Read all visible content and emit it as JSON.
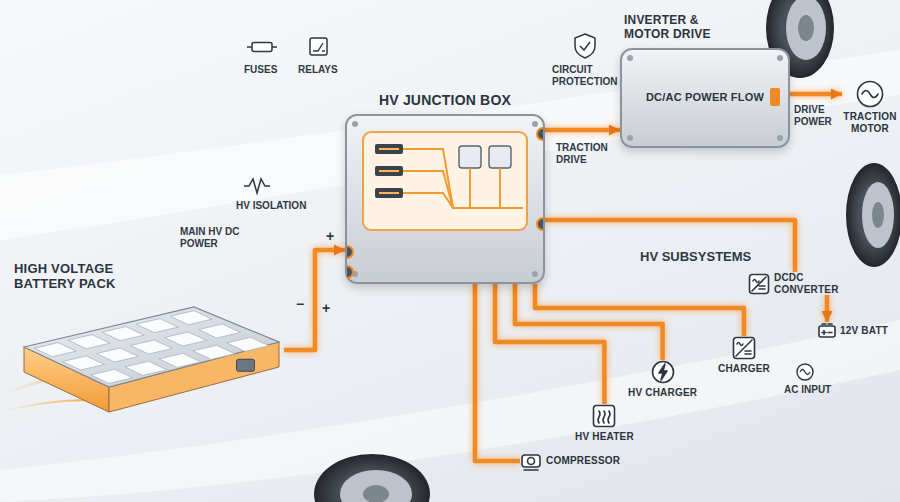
{
  "diagram": {
    "nodes": [
      {
        "text": [
          "HIGH VOLTAGE BATTERY PACK"
        ]
      },
      {
        "text": [
          "HV JUNCTION BOX"
        ]
      },
      {
        "text": [
          "INVERTER & MOTOR DRIVE",
          "DC/AC POWER FLOW"
        ]
      },
      {
        "text": [
          "TRACTION MOTOR"
        ]
      },
      {
        "text": [
          "DCDC CONVERTER"
        ]
      },
      {
        "text": [
          "12V BATT"
        ]
      },
      {
        "text": [
          "CHARGER"
        ]
      },
      {
        "text": [
          "HV CHARGER"
        ]
      },
      {
        "text": [
          "HV HEATER"
        ]
      },
      {
        "text": [
          "COMPRESSOR"
        ]
      }
    ],
    "edges": [
      {
        "from": 0,
        "to": 1,
        "label": "MAIN HV DC POWER",
        "arrow": "to"
      },
      {
        "from": 1,
        "to": 2,
        "label": "TRACTION DRIVE",
        "arrow": "to"
      },
      {
        "from": 2,
        "to": 3,
        "label": "DRIVE POWER",
        "arrow": "to"
      },
      {
        "from": 1,
        "to": 4,
        "arrow": "none"
      },
      {
        "from": 4,
        "to": 5,
        "arrow": "to"
      },
      {
        "from": 1,
        "to": 6,
        "arrow": "none"
      },
      {
        "from": 1,
        "to": 7,
        "arrow": "none"
      },
      {
        "from": 1,
        "to": 8,
        "arrow": "none"
      },
      {
        "from": 1,
        "to": 9,
        "arrow": "none"
      }
    ],
    "labels": [
      "FUSES",
      "RELAYS",
      "CIRCUIT PROTECTION",
      "HV ISOLATION",
      "+",
      "−",
      "+",
      "HV SUBSYSTEMS",
      "AC INPUT"
    ]
  }
}
